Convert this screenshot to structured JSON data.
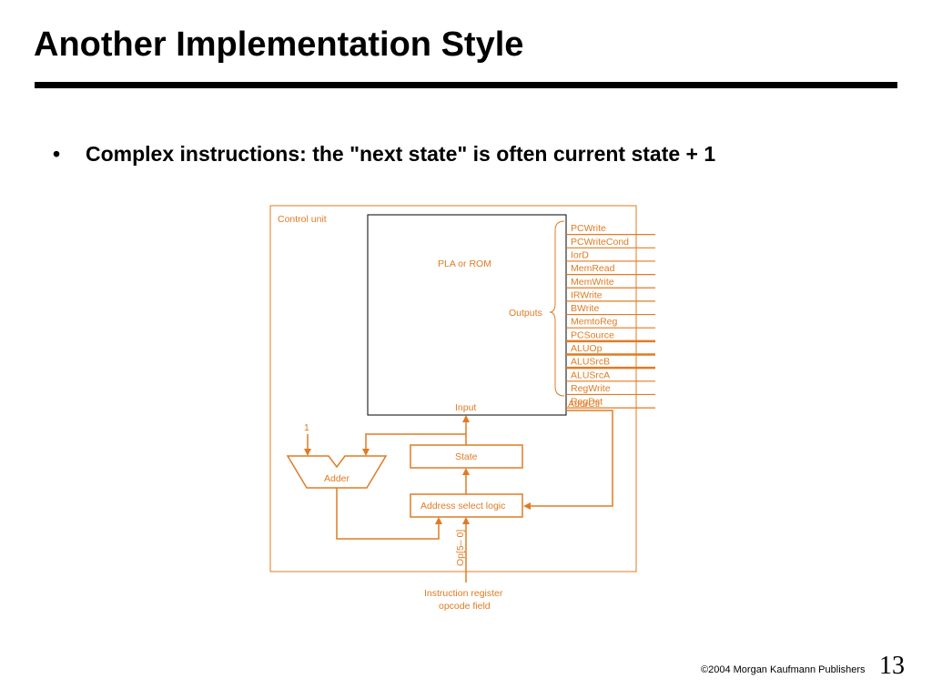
{
  "slide": {
    "title": "Another Implementation Style",
    "bullet_symbol": "•",
    "bullet_text": "Complex instructions:  the \"next state\" is often current state + 1"
  },
  "diagram": {
    "control_unit_label": "Control unit",
    "pla_label": "PLA or ROM",
    "outputs_label": "Outputs",
    "input_label": "Input",
    "addrctl_label": "AddrCtl",
    "state_label": "State",
    "adder_label": "Adder",
    "one_label": "1",
    "address_select_label": "Address select logic",
    "op_label": "Op[5– 0]",
    "ir_label_line1": "Instruction register",
    "ir_label_line2": "opcode field",
    "signals": [
      "PCWrite",
      "PCWriteCond",
      "IorD",
      "MemRead",
      "MemWrite",
      "IRWrite",
      "BWrite",
      "MemtoReg",
      "PCSource",
      "ALUOp",
      "ALUSrcB",
      "ALUSrcA",
      "RegWrite",
      "RegDst"
    ],
    "color": "#e07b22"
  },
  "footer": {
    "copyright": "©2004 Morgan Kaufmann Publishers",
    "page_number": "13"
  }
}
